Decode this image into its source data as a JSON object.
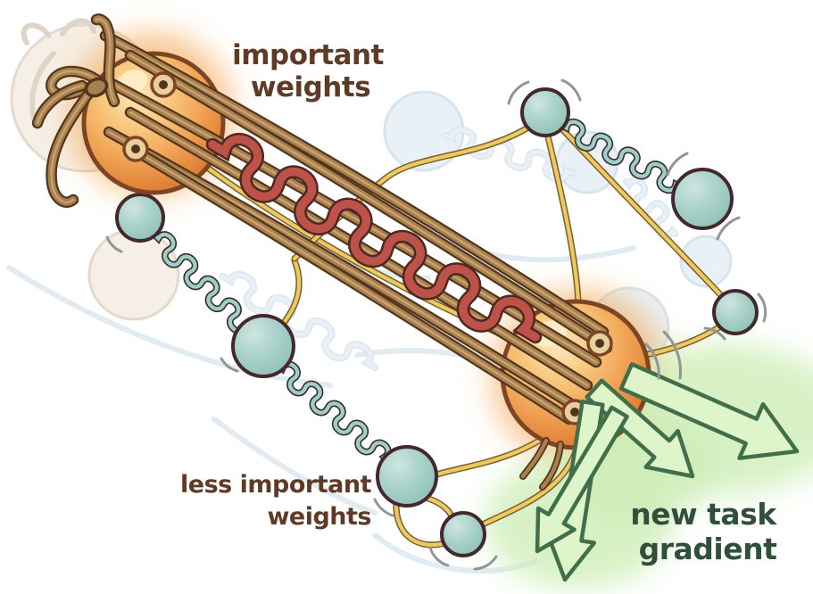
{
  "labels": {
    "important_weights_line1": "important",
    "important_weights_line2": "weights",
    "less_important_line1": "less important",
    "less_important_line2": "weights",
    "new_task_gradient_line1": "new task",
    "new_task_gradient_line2": "gradient"
  },
  "colors": {
    "label_brown": "#5e3a27",
    "label_green": "#30503d",
    "important_node_orange": "#f2a855",
    "important_node_outline": "#7d4526",
    "node_glow_orange": "#f59f43",
    "rope": "#a8804e",
    "rope_outline": "#53351d",
    "rope_highlight": "#cfa877",
    "strong_spring_red": "#bd5348",
    "strong_spring_outline": "#4f2723",
    "wire_gold": "#ecca62",
    "wire_gold_outline": "#7c5c2d",
    "minor_node_teal": "#a9d2ca",
    "minor_node_outline": "#43282e",
    "weak_spring_teal": "#9dcfc6",
    "weak_spring_outline": "#3a2a2e",
    "arrow_green_fill": "#def4c9",
    "arrow_green_outline": "#416e4b",
    "arrow_green_glow": "#cdeeb7",
    "ghost_blue": "#e9f1f6",
    "ghost_blue_line": "#d6e4ee",
    "motion_arc_gray": "#8e9697",
    "grommet_tan": "#e7cf9e",
    "background": "#ffffff"
  },
  "figure": {
    "kind": "hand-drawn concept illustration of weight anchoring",
    "important_nodes": 2,
    "less_important_nodes": 7,
    "strong_springs": 1,
    "weak_springs": 3,
    "new_task_gradient_arrows": 4
  }
}
